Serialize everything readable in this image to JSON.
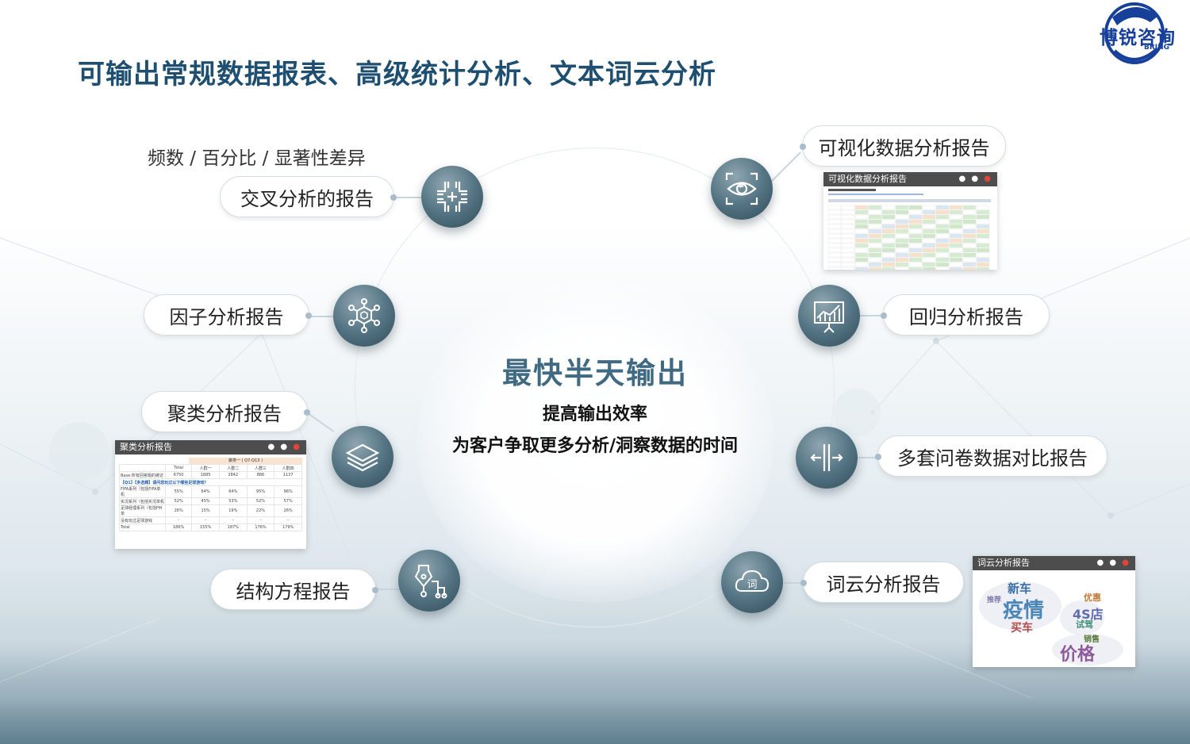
{
  "title": "可输出常规数据报表、高级统计分析、文本词云分析",
  "logo": {
    "text": "博锐咨询",
    "sub": "BRING"
  },
  "subnote": "频数 / 百分比 / 显著性差异",
  "center": {
    "title": "最快半天输出",
    "line1": "提高输出效率",
    "line2": "为客户争取更多分析/洞察数据的时间"
  },
  "left_items": [
    {
      "label": "交叉分析的报告",
      "icon": "cross-grid-icon"
    },
    {
      "label": "因子分析报告",
      "icon": "molecule-icon"
    },
    {
      "label": "聚类分析报告",
      "icon": "layers-icon"
    },
    {
      "label": "结构方程报告",
      "icon": "pen-network-icon"
    }
  ],
  "right_items": [
    {
      "label": "可视化数据分析报告",
      "icon": "eye-icon"
    },
    {
      "label": "回归分析报告",
      "icon": "presentation-chart-icon"
    },
    {
      "label": "多套问卷数据对比报告",
      "icon": "compare-arrows-icon"
    },
    {
      "label": "词云分析报告",
      "icon": "cloud-icon"
    }
  ],
  "thumb_visual": {
    "title": "可视化数据分析报告"
  },
  "thumb_cluster": {
    "title": "聚类分析报告",
    "header_group": "聚类一 ( Q7-Q13 )",
    "columns": [
      "",
      "Total",
      "人群一",
      "人群二",
      "人群三",
      "人群四"
    ],
    "rows": [
      [
        "Base:所有回答题的被访",
        "6750",
        "1885",
        "2842",
        "886",
        "1137"
      ],
      [
        "【Q1】【多选题】请问您玩过以下哪些足球游戏？",
        "",
        "",
        "",
        "",
        ""
      ],
      [
        "FIFA系列（包括FIFA单机",
        "55%",
        "64%",
        "64%",
        "95%",
        "96%"
      ],
      [
        "实况系列（包括实况单机",
        "52%",
        "45%",
        "53%",
        "52%",
        "57%"
      ],
      [
        "足球经理系列（包括FM单",
        "26%",
        "15%",
        "19%",
        "22%",
        "26%"
      ],
      [
        "没有玩过足球游戏",
        "-",
        "-",
        "-",
        "-",
        "-"
      ],
      [
        "Total",
        "186%",
        "155%",
        "187%",
        "176%",
        "179%"
      ]
    ]
  },
  "thumb_wordcloud": {
    "title": "词云分析报告",
    "words": [
      "新车",
      "疫情",
      "4S店",
      "价格",
      "买车",
      "优惠",
      "试驾",
      "销售",
      "推荐"
    ],
    "icon_char": "词"
  },
  "colors": {
    "accent": "#1e4f70",
    "icon_bg": "#557584",
    "logo": "#16409a"
  }
}
